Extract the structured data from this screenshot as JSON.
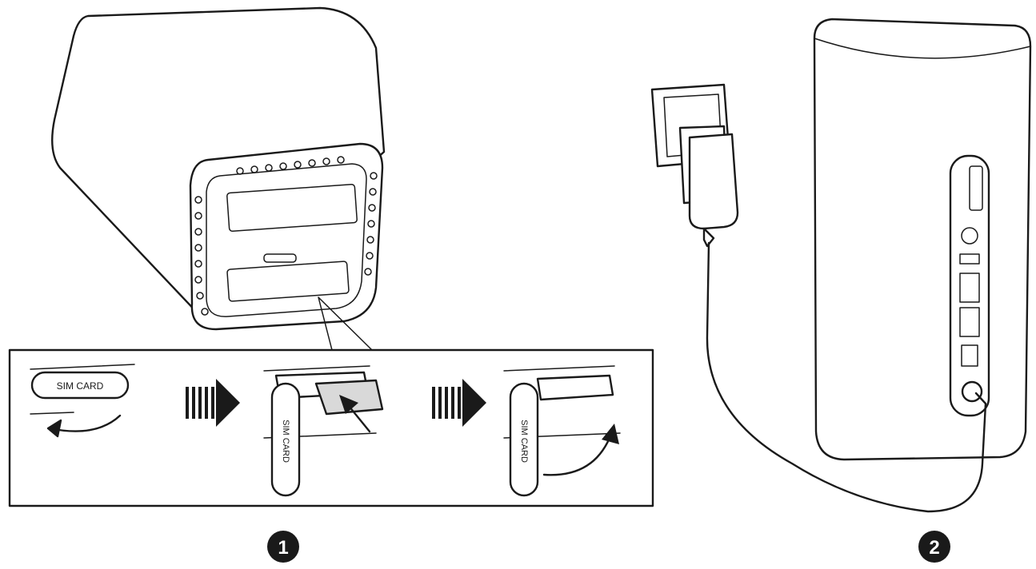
{
  "steps": [
    {
      "number": "1"
    },
    {
      "number": "2"
    }
  ],
  "sim_slot_label": "SIM CARD",
  "colors": {
    "line": "#1a1a1a",
    "background": "#ffffff",
    "badge": "#1a1a1a"
  }
}
